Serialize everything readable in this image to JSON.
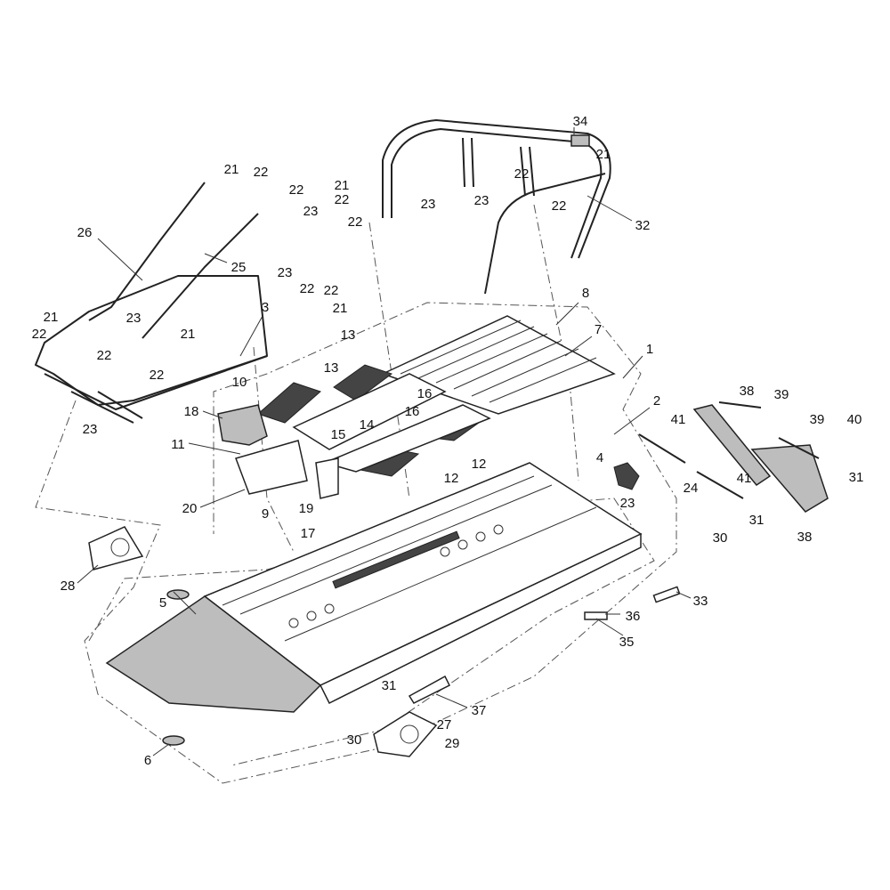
{
  "diagram": {
    "type": "exploded parts diagram",
    "callouts": [
      "34",
      "21",
      "22",
      "22",
      "23",
      "21",
      "22",
      "23",
      "22",
      "22",
      "21",
      "23",
      "22",
      "32",
      "26",
      "25",
      "23",
      "22",
      "22",
      "21",
      "3",
      "21",
      "22",
      "23",
      "22",
      "21",
      "22",
      "23",
      "8",
      "7",
      "1",
      "13",
      "13",
      "10",
      "16",
      "16",
      "2",
      "18",
      "15",
      "14",
      "11",
      "38",
      "39",
      "39",
      "40",
      "41",
      "4",
      "12",
      "12",
      "24",
      "41",
      "31",
      "20",
      "9",
      "19",
      "17",
      "23",
      "31",
      "30",
      "38",
      "28",
      "5",
      "33",
      "36",
      "35",
      "31",
      "37",
      "30",
      "27",
      "29",
      "6"
    ]
  },
  "colors": {
    "line": "#222222",
    "fill": "#bdbdbd",
    "background": "#ffffff"
  }
}
